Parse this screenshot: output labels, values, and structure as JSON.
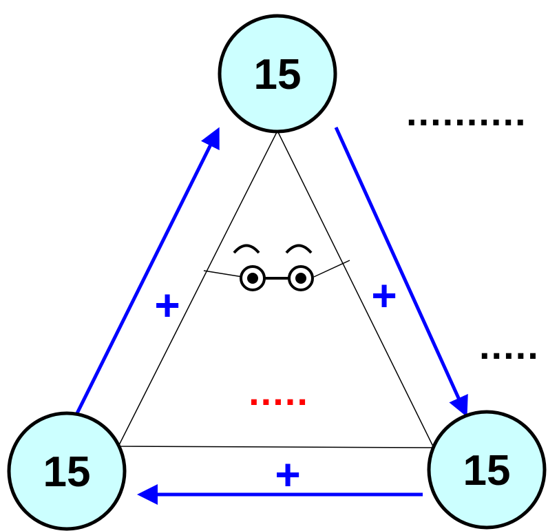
{
  "colors": {
    "node_fill": "#ccffff",
    "node_stroke": "#000000",
    "arrow": "#0000ff",
    "plus": "#0000ff",
    "triangle": "#000000",
    "red_dots": "#ff0000",
    "black_dots": "#000000"
  },
  "nodes": {
    "top": "15",
    "left": "15",
    "right": "15"
  },
  "edges": {
    "left_sign": "+",
    "right_sign": "+",
    "bottom_sign": "+"
  },
  "center": {
    "answer_dots": "....."
  },
  "side": {
    "dots_upper": "..........",
    "dots_lower": "....."
  }
}
